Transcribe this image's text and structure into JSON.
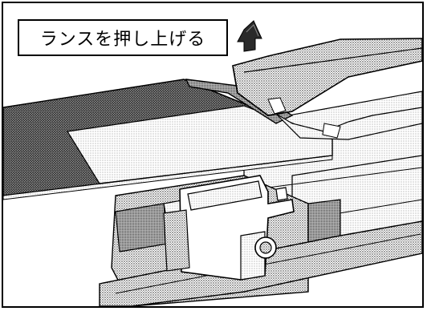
{
  "label": {
    "text": "ランスを押し上げる"
  },
  "illustration": {
    "subject": "connector-lance-release",
    "arrow_direction": "up"
  }
}
